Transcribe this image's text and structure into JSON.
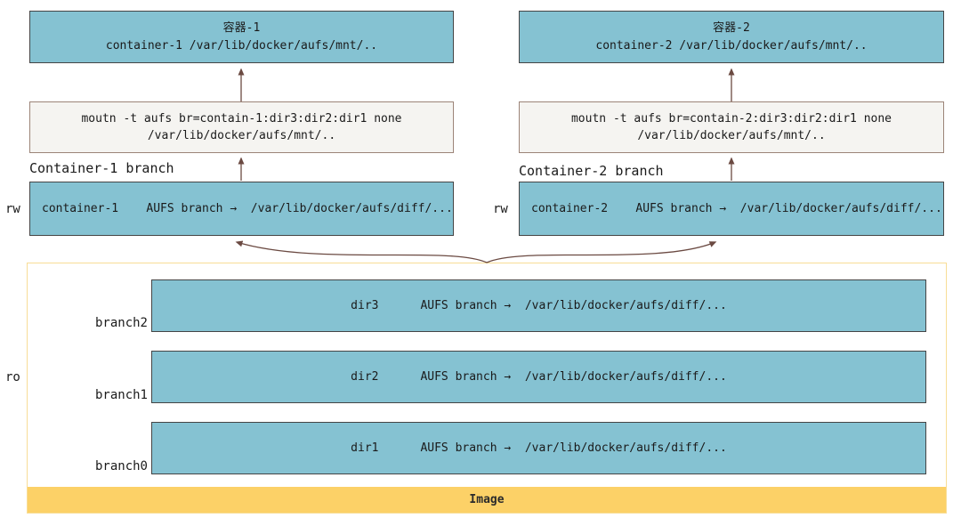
{
  "colors": {
    "teal_fill": "#85c2d2",
    "teal_border": "#454545",
    "mount_fill": "#f5f4f1",
    "mount_border": "#9c8478",
    "ro_border": "#f8dd96",
    "image_bar": "#fcd167",
    "arrow": "#6b4a42"
  },
  "containers": [
    {
      "box_title": "容器-1",
      "box_path": "container-1 /var/lib/docker/aufs/mnt/..",
      "mount_line1": "moutn -t aufs br=contain-1:dir3:dir2:dir1 none",
      "mount_line2": "/var/lib/docker/aufs/mnt/..",
      "branch_heading": "Container-1 branch",
      "rw_label": "rw",
      "rw_text": "container-1    AUFS branch →  /var/lib/docker/aufs/diff/..."
    },
    {
      "box_title": "容器-2",
      "box_path": "container-2 /var/lib/docker/aufs/mnt/..",
      "mount_line1": "moutn -t aufs br=contain-2:dir3:dir2:dir1 none",
      "mount_line2": "/var/lib/docker/aufs/mnt/..",
      "branch_heading": "Container-2 branch",
      "rw_label": "rw",
      "rw_text": "container-2    AUFS branch →  /var/lib/docker/aufs/diff/..."
    }
  ],
  "ro": {
    "label": "ro",
    "branches": [
      {
        "name": "branch2",
        "text": "dir3      AUFS branch →  /var/lib/docker/aufs/diff/..."
      },
      {
        "name": "branch1",
        "text": "dir2      AUFS branch →  /var/lib/docker/aufs/diff/..."
      },
      {
        "name": "branch0",
        "text": "dir1      AUFS branch →  /var/lib/docker/aufs/diff/..."
      }
    ],
    "image_label": "Image"
  }
}
